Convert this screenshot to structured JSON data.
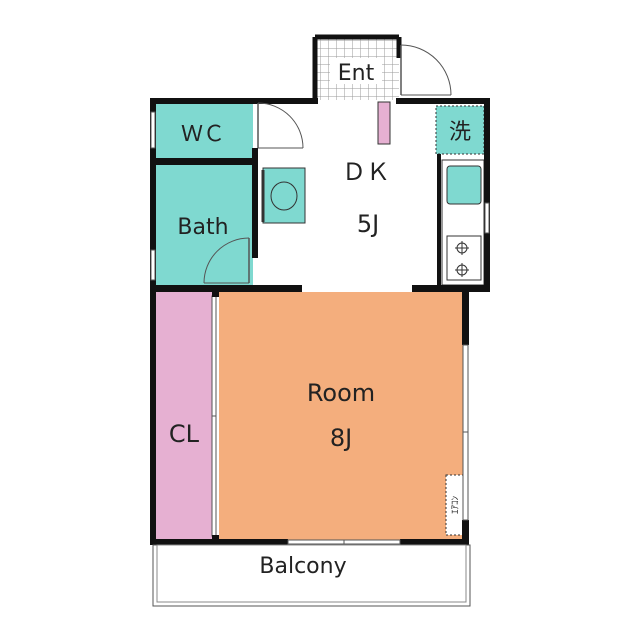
{
  "colors": {
    "wall": "#111111",
    "wet_area": "#7fd9d0",
    "closet": "#e6b0d2",
    "room": "#f4ae7d",
    "dk_floor": "#ffffff",
    "grid_tile": "#9a9a9a"
  },
  "rooms": {
    "entrance": {
      "label": "Ent"
    },
    "wc": {
      "label": "ＷＣ"
    },
    "washer": {
      "label": "洗"
    },
    "dk": {
      "label": "ＤＫ",
      "size": "5J"
    },
    "bath": {
      "label": "Bath"
    },
    "closet": {
      "label": "CL"
    },
    "main_room": {
      "label": "Room",
      "size": "8J"
    },
    "aircon": {
      "label": "ｴｱｺﾝ"
    },
    "balcony": {
      "label": "Balcony"
    }
  },
  "icons": [
    "door-swing-icon",
    "sink-icon",
    "stove-burner-icon",
    "washbasin-icon",
    "window-icon"
  ]
}
